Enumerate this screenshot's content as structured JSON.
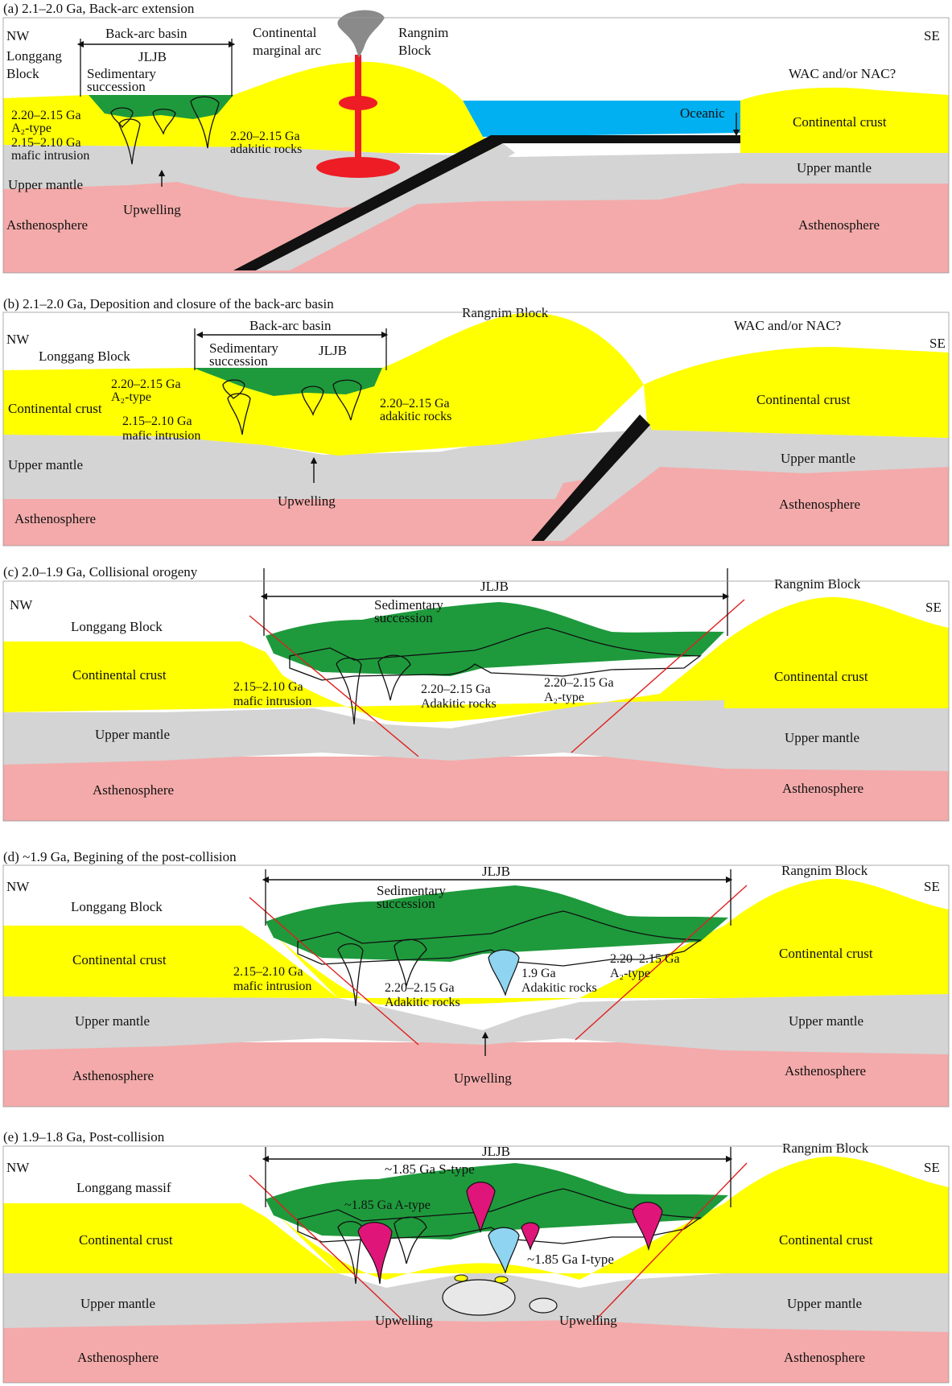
{
  "colors": {
    "crust": "#ffff00",
    "mantle": "#d4d4d4",
    "asthenosphere": "#f4aaaa",
    "ocean": "#00b0f0",
    "basin": "#1e9a3c",
    "a2_type": "#f08020",
    "mafic": "#7d8fc8",
    "adakitic": "#7d3a8c",
    "adakitic_19": "#8fd4f0",
    "magenta": "#e0157a",
    "arc_magma": "#ee1c25",
    "slab": "#111111",
    "fault": "#e02020"
  },
  "panel_a": {
    "title": "(a)  2.1–2.0 Ga, Back-arc extension",
    "nw": "NW",
    "se": "SE",
    "longgang_1": "Longgang",
    "longgang_2": "Block",
    "back_arc_basin": "Back-arc basin",
    "jljb": "JLJB",
    "sed_1": "Sedimentary",
    "sed_2": "succession",
    "cont_arc_1": "Continental",
    "cont_arc_2": "marginal arc",
    "rangnim_1": "Rangnim",
    "rangnim_2": "Block",
    "wac": "WAC and/or NAC?",
    "oceanic": "Oceanic",
    "continental_crust": "Continental crust",
    "a2_age": "2.20–2.15 Ga",
    "a2_type": "A₂-type",
    "mafic_age": "2.15–2.10 Ga",
    "mafic_type": "mafic intrusion",
    "adak_age": "2.20–2.15 Ga",
    "adak_type": "adakitic rocks",
    "upper_mantle_l": "Upper mantle",
    "upper_mantle_r": "Upper mantle",
    "upwelling": "Upwelling",
    "astheno_l": "Asthenosphere",
    "astheno_r": "Asthenosphere"
  },
  "panel_b": {
    "title": "(b)  2.1–2.0 Ga, Deposition and closure of the back-arc basin",
    "nw": "NW",
    "se": "SE",
    "longgang": "Longgang Block",
    "back_arc_basin": "Back-arc basin",
    "sed_1": "Sedimentary",
    "sed_2": "succession",
    "jljb": "JLJB",
    "rangnim": "Rangnim Block",
    "wac": "WAC and/or NAC?",
    "continental_crust_l": "Continental crust",
    "continental_crust_r": "Continental crust",
    "a2_age": "2.20–2.15 Ga",
    "a2_type": "A₂-type",
    "mafic_age": "2.15–2.10 Ga",
    "mafic_type": "mafic intrusion",
    "adak_age": "2.20–2.15 Ga",
    "adak_type": "adakitic rocks",
    "upper_mantle_l": "Upper mantle",
    "upper_mantle_r": "Upper mantle",
    "upwelling": "Upwelling",
    "astheno_l": "Asthenosphere",
    "astheno_r": "Asthenosphere"
  },
  "panel_c": {
    "title": "(c)  2.0–1.9 Ga, Collisional orogeny",
    "nw": "NW",
    "se": "SE",
    "jljb": "JLJB",
    "rangnim": "Rangnim Block",
    "longgang": "Longgang Block",
    "sed_1": "Sedimentary",
    "sed_2": "succession",
    "continental_crust_l": "Continental crust",
    "continental_crust_r": "Continental crust",
    "mafic_age": "2.15–2.10 Ga",
    "mafic_type": "mafic intrusion",
    "adak_age": "2.20–2.15 Ga",
    "adak_type": "Adakitic rocks",
    "a2_age": "2.20–2.15 Ga",
    "a2_type": "A₂-type",
    "upper_mantle_l": "Upper mantle",
    "upper_mantle_r": "Upper mantle",
    "astheno_l": "Asthenosphere",
    "astheno_r": "Asthenosphere"
  },
  "panel_d": {
    "title": "(d)  ~1.9 Ga, Begining of the post-collision",
    "nw": "NW",
    "se": "SE",
    "jljb": "JLJB",
    "rangnim": "Rangnim Block",
    "longgang": "Longgang Block",
    "sed_1": "Sedimentary",
    "sed_2": "succession",
    "continental_crust_l": "Continental crust",
    "continental_crust_r": "Continental crust",
    "mafic_age": "2.15–2.10 Ga",
    "mafic_type": "mafic intrusion",
    "adak_age": "2.20–2.15 Ga",
    "adak_type": "Adakitic rocks",
    "adak19_age": "1.9 Ga",
    "adak19_type": "Adakitic rocks",
    "a2_age": "2.20–2.15 Ga",
    "a2_type": "A₂-type",
    "upper_mantle_l": "Upper mantle",
    "upper_mantle_r": "Upper mantle",
    "upwelling": "Upwelling",
    "astheno_l": "Asthenosphere",
    "astheno_r": "Asthenosphere"
  },
  "panel_e": {
    "title": "(e)  1.9–1.8 Ga, Post-collision",
    "nw": "NW",
    "se": "SE",
    "jljb": "JLJB",
    "rangnim": "Rangnim Block",
    "longgang": "Longgang massif",
    "s_type": "~1.85 Ga S-type",
    "a_type": "~1.85 Ga A-type",
    "i_type": "~1.85 Ga I-type",
    "continental_crust_l": "Continental crust",
    "continental_crust_r": "Continental crust",
    "upper_mantle_l": "Upper mantle",
    "upper_mantle_r": "Upper mantle",
    "upwelling_l": "Upwelling",
    "upwelling_r": "Upwelling",
    "astheno_l": "Asthenosphere",
    "astheno_r": "Asthenosphere"
  }
}
